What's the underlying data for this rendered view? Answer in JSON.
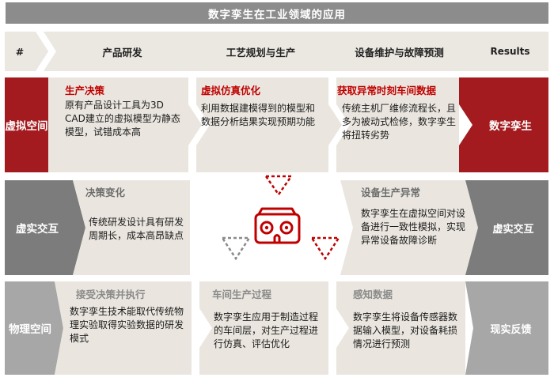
{
  "title": "数字孪生在工业领域的应用",
  "headers": {
    "num": "#",
    "col1": "产品研发",
    "col2": "工艺规划与生产",
    "col3": "设备维护与故障预测",
    "results": "Results"
  },
  "rows": [
    {
      "label": "虚拟空间",
      "result": "数字孪生",
      "cells": [
        {
          "title": "生产决策",
          "body": "原有产品设计工具为3D CAD建立的虚拟模型为静态模型，试错成本高"
        },
        {
          "title": "虚拟仿真优化",
          "body": "利用数据建模得到的模型和数据分析结果实现预期功能"
        },
        {
          "title": "获取异常时刻车间数据",
          "body": "传统主机厂维修流程长，且多为被动式检修，数字孪生将扭转劣势"
        }
      ]
    },
    {
      "label": "虚实交互",
      "result": "虚实交互",
      "cells": [
        {
          "title": "决策变化",
          "body": "传统研发设计具有研发周期长，成本高昂缺点"
        },
        {
          "title": "",
          "body": ""
        },
        {
          "title": "设备生产异常",
          "body": "数字孪生在虚拟空间对设备进行一致性模拟，实现异常设备故障诊断"
        }
      ]
    },
    {
      "label": "物理空间",
      "result": "现实反馈",
      "cells": [
        {
          "title": "接受决策并执行",
          "body": "数字孪生技术能取代传统物理实验取得实验数据的研发模式"
        },
        {
          "title": "车间生产过程",
          "body": "数字孪生应用于制造过程的车间层，对生产过程进行仿真、评估优化"
        },
        {
          "title": "感知数据",
          "body": "数字孪生将设备传感器数据输入模型，对设备耗损情况进行预测"
        }
      ]
    }
  ],
  "colors": {
    "header_bg": "#ebe7e1",
    "cell_bg": "#eae6df",
    "red": "#a31b1f",
    "dark_grey": "#7c7c7c",
    "light_grey": "#a7a7a7",
    "title_bar": "#8c8c8c"
  },
  "icons": [
    "vr-headset-icon",
    "down-triangle-icon"
  ]
}
